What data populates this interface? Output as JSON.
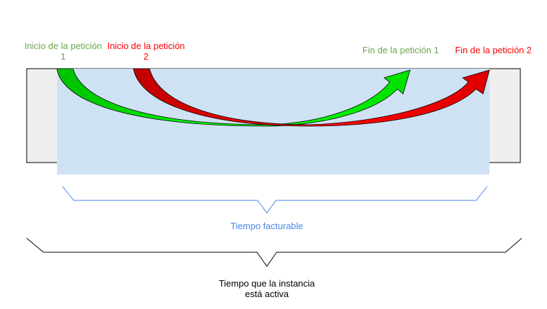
{
  "labels": {
    "request1_start": [
      "Inicio de la petición",
      "1"
    ],
    "request2_start": [
      "Inicio de la petición",
      "2"
    ],
    "request1_end": "Fin de la petición 1",
    "request2_end": "Fin de la petición 2",
    "billable_time": "Tiempo facturable",
    "instance_active": [
      "Tiempo que la instancia",
      "está activa"
    ]
  },
  "colors": {
    "request1": "#00ff00",
    "request1_text": "#6aa84f",
    "request2": "#ff0000",
    "request2_text": "#ff0000",
    "billable_fill": "#cfe2f3",
    "billable_text": "#4a86e8",
    "instance_fill": "#efefef",
    "outline": "#000000"
  }
}
